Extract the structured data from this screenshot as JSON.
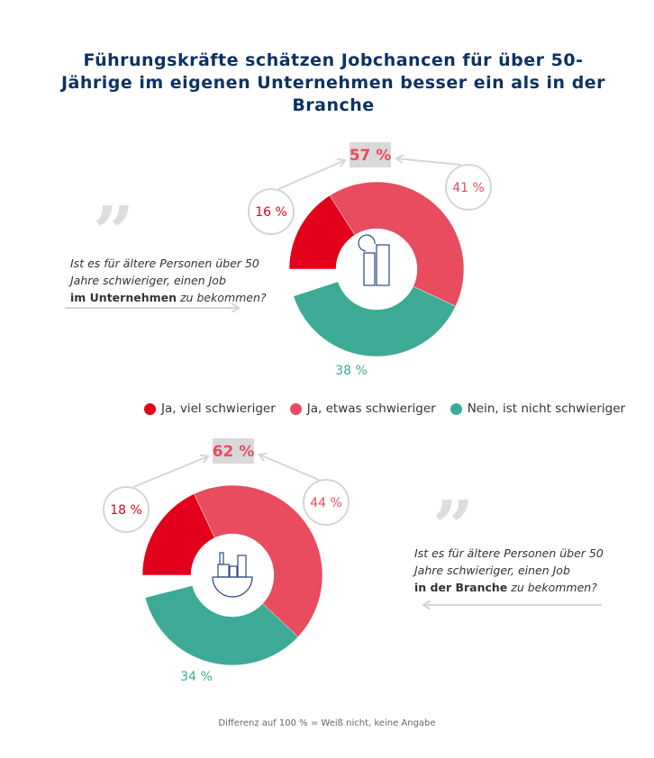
{
  "chart_data": [
    {
      "type": "pie",
      "title": "Führungskräfte schätzen Jobchancen für über 50-Jährige im eigenen Unternehmen besser ein als in der Branche",
      "question": "Ist es für ältere Personen über 50 Jahre schwieriger, einen Job im Unternehmen zu bekommen?",
      "categories": [
        "Ja, viel schwieriger",
        "Ja, etwas schwieriger",
        "Nein, ist nicht schwieriger"
      ],
      "values": [
        16,
        41,
        38
      ],
      "labels": [
        "16 %",
        "41 %",
        "38 %"
      ],
      "total_yes": "57 %"
    },
    {
      "type": "pie",
      "question": "Ist es für ältere Personen über 50 Jahre schwieriger, einen Job in der Branche zu bekommen?",
      "categories": [
        "Ja, viel schwieriger",
        "Ja, etwas schwieriger",
        "Nein, ist nicht schwieriger"
      ],
      "values": [
        18,
        44,
        34
      ],
      "labels": [
        "18 %",
        "44 %",
        "34 %"
      ],
      "total_yes": "62 %"
    }
  ],
  "title": "Führungskräfte schätzen Jobchancen für über 50-Jährige im eigenen Unternehmen besser ein als in der Branche",
  "q1": {
    "a": "Ist es für ältere Personen über 50",
    "b": "Jahre schwieriger, einen Job",
    "bold": "im Unternehmen",
    "end": " zu bekommen?"
  },
  "q2": {
    "a": "Ist es für ältere Personen über 50",
    "b": "Jahre schwieriger, einen Job",
    "bold": "in der Branche",
    "end": " zu bekommen?"
  },
  "legend": [
    "Ja, viel schwieriger",
    "Ja, etwas schwieriger",
    "Nein, ist nicht schwieriger"
  ],
  "colors": [
    "#e2001a",
    "#e94b5f",
    "#3daa96"
  ],
  "note": "Differenz auf 100 %  = Weiß nicht, keine Angabe"
}
